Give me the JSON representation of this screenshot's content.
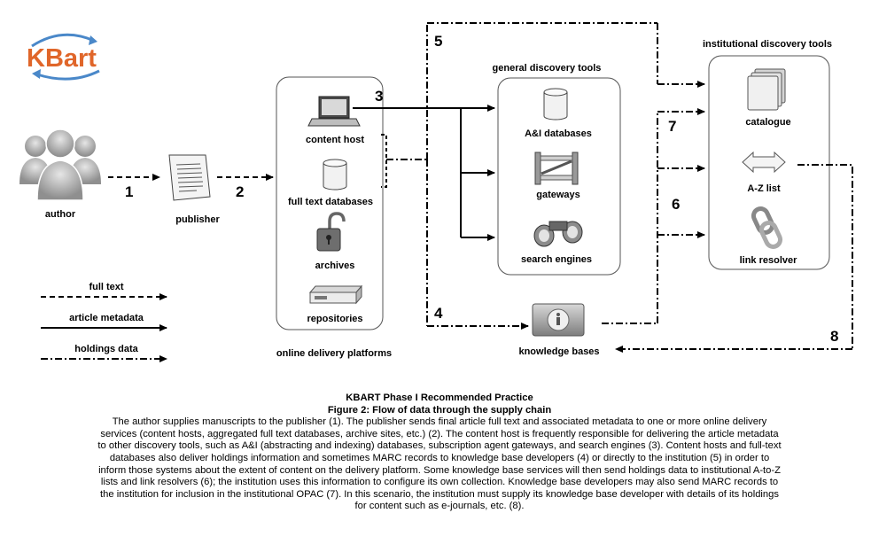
{
  "logo": {
    "text": "KBart",
    "colors": {
      "text": "#e0662a",
      "arrows": "#4a88c9"
    }
  },
  "nodes": {
    "author": "author",
    "publisher": "publisher",
    "content_host": "content host",
    "full_text_databases": "full text databases",
    "archives": "archives",
    "repositories": "repositories",
    "online_delivery_platforms": "online delivery platforms",
    "general_discovery_tools": "general discovery tools",
    "ai_databases": "A&I databases",
    "gateways": "gateways",
    "search_engines": "search engines",
    "knowledge_bases": "knowledge bases",
    "institutional_discovery_tools": "institutional discovery tools",
    "catalogue": "catalogue",
    "az_list": "A-Z list",
    "link_resolver": "link resolver"
  },
  "steps": [
    "1",
    "2",
    "3",
    "4",
    "5",
    "6",
    "7",
    "8"
  ],
  "legend": [
    {
      "label": "full text",
      "line": "dashed"
    },
    {
      "label": "article metadata",
      "line": "solid"
    },
    {
      "label": "holdings data",
      "line": "dash-dot"
    }
  ],
  "caption": {
    "title": "KBART Phase I Recommended Practice",
    "figure": "Figure 2: Flow of data through the supply chain",
    "body": "The author supplies manuscripts to the publisher (1). The publisher sends final article full text and associated metadata to one or more online delivery services (content hosts, aggregated full text databases, archive sites, etc.) (2). The content host is frequently responsible for delivering the article metadata to other discovery tools, such as A&I (abstracting and indexing) databases, subscription agent gateways, and search engines (3). Content hosts and full-text databases also deliver holdings information and sometimes MARC records to knowledge base developers (4) or directly to the institution (5) in order to inform those systems about the extent of content on the delivery platform. Some knowledge base services will then send holdings data to institutional A-to-Z lists and link resolvers (6); the institution uses this information to configure its own collection. Knowledge base developers may also send MARC records to the institution for inclusion in the institutional OPAC (7). In this scenario, the institution must supply its knowledge base developer with details of its holdings for content such as e-journals, etc. (8)."
  }
}
